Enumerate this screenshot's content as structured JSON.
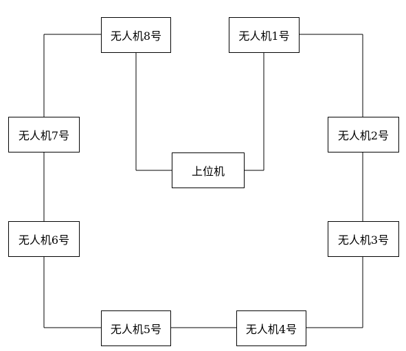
{
  "nodes": {
    "host": "上位机",
    "uav1": "无人机1号",
    "uav2": "无人机2号",
    "uav3": "无人机3号",
    "uav4": "无人机4号",
    "uav5": "无人机5号",
    "uav6": "无人机6号",
    "uav7": "无人机7号",
    "uav8": "无人机8号"
  }
}
